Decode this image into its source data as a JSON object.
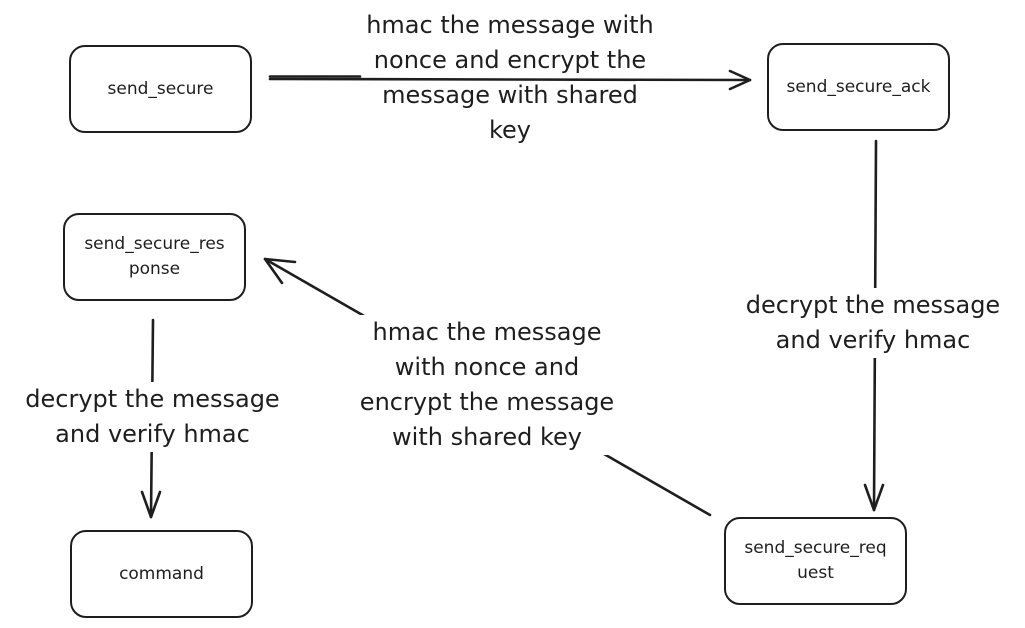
{
  "diagram": {
    "nodes": {
      "send_secure": "send_secure",
      "send_secure_ack": "send_secure_ack",
      "send_secure_response": "send_secure_res\nponse",
      "command": "command",
      "send_secure_request": "send_secure_req\nuest"
    },
    "edges": [
      {
        "id": "send_secure-to-ack",
        "from": "send_secure",
        "to": "send_secure_ack",
        "label": "hmac the message with\nnonce and encrypt the\nmessage with shared\nkey"
      },
      {
        "id": "ack-to-request",
        "from": "send_secure_ack",
        "to": "send_secure_request",
        "label": "decrypt the message\nand verify hmac"
      },
      {
        "id": "request-to-response",
        "from": "send_secure_request",
        "to": "send_secure_response",
        "label": "hmac the message\nwith nonce and\nencrypt the message\nwith shared key"
      },
      {
        "id": "response-to-command",
        "from": "send_secure_response",
        "to": "command",
        "label": "decrypt the message\nand verify hmac"
      }
    ]
  }
}
